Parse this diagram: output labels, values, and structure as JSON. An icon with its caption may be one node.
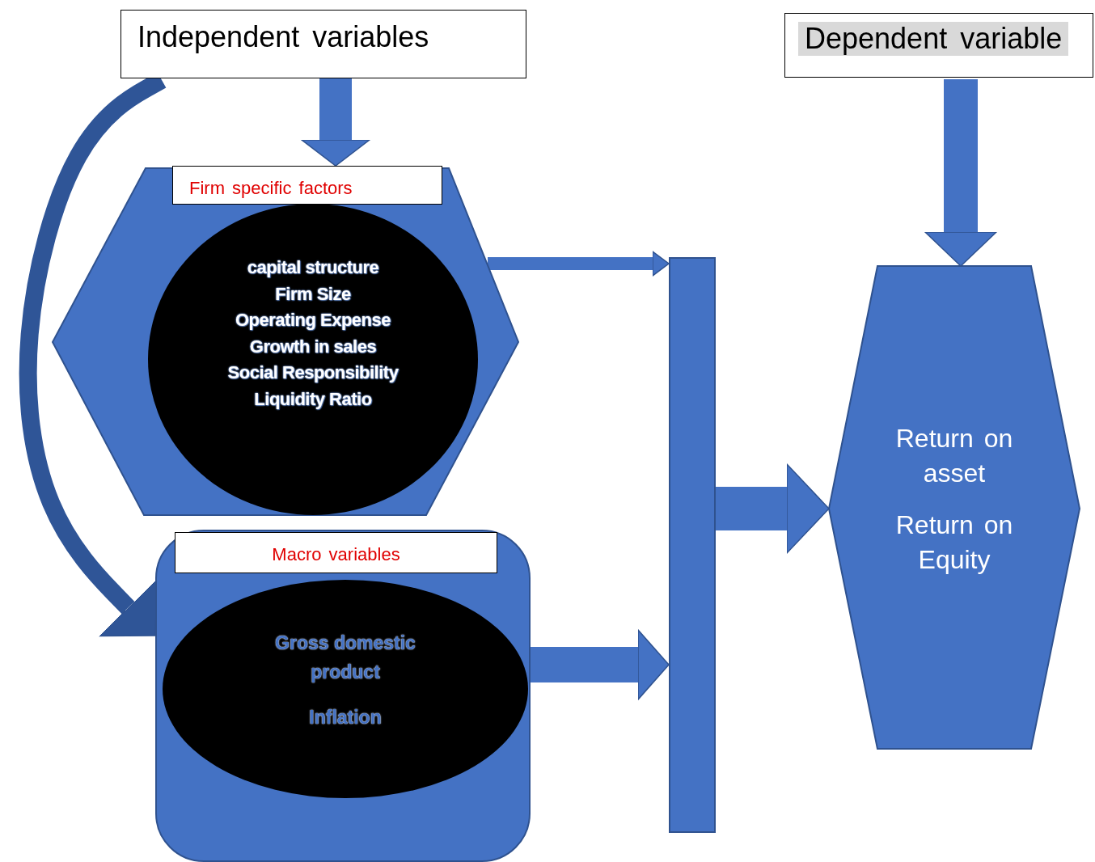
{
  "diagram": {
    "nodes": [
      {
        "text": [
          "Independent variables"
        ]
      },
      {
        "text": [
          "Dependent variable"
        ]
      },
      {
        "text": [
          "Firm specific factors"
        ]
      },
      {
        "text": [
          "capital structure",
          "Firm Size",
          "Operating Expense",
          "Growth in sales",
          "Social Responsibility",
          "Liquidity Ratio"
        ],
        "in": 2
      },
      {
        "text": [
          "Macro variables"
        ]
      },
      {
        "text": [
          "Gross domestic product",
          "Inflation"
        ],
        "in": 4
      },
      {
        "text": [],
        "shape": "bar"
      },
      {
        "text": [
          "Return on asset",
          "Return on Equity"
        ]
      }
    ],
    "edges": [
      {
        "from": 0,
        "to": 2,
        "arrow": "to"
      },
      {
        "from": 0,
        "to": 4,
        "arrow": "to"
      },
      {
        "from": 2,
        "to": 6,
        "arrow": "to"
      },
      {
        "from": 4,
        "to": 6,
        "arrow": "to"
      },
      {
        "from": 6,
        "to": 7,
        "arrow": "to"
      },
      {
        "from": 1,
        "to": 7,
        "arrow": "to"
      }
    ]
  }
}
